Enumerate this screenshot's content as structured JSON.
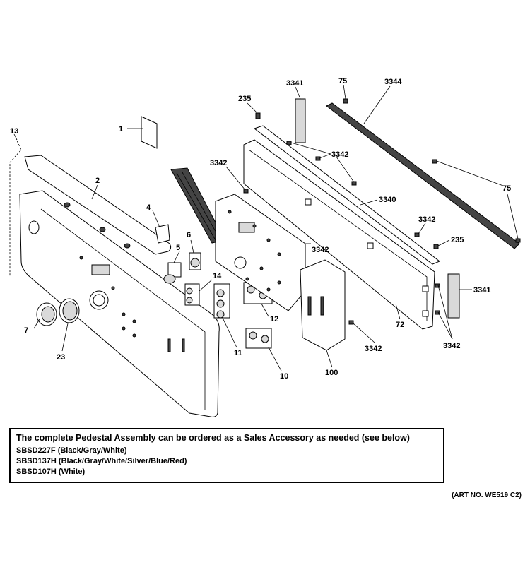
{
  "labels": {
    "p1": "1",
    "p2": "2",
    "p4": "4",
    "p5": "5",
    "p6": "6",
    "p7": "7",
    "p10": "10",
    "p11": "11",
    "p12": "12",
    "p13": "13",
    "p14": "14",
    "p23": "23",
    "p72": "72",
    "p75a": "75",
    "p75b": "75",
    "p100": "100",
    "p235a": "235",
    "p235b": "235",
    "p3340": "3340",
    "p3341a": "3341",
    "p3341b": "3341",
    "p3342a": "3342",
    "p3342b": "3342",
    "p3342c": "3342",
    "p3342d": "3342",
    "p3342e": "3342",
    "p3342f": "3342",
    "p3344": "3344"
  },
  "note": {
    "heading": "The complete Pedestal Assembly can be ordered as a Sales Accessory as needed (see below)",
    "lines": [
      "SBSD227F (Black/Gray/White)",
      "SBSD137H (Black/Gray/White/Silver/Blue/Red)",
      "SBSD107H (White)"
    ]
  },
  "art_number": "(ART NO. WE519 C2)"
}
